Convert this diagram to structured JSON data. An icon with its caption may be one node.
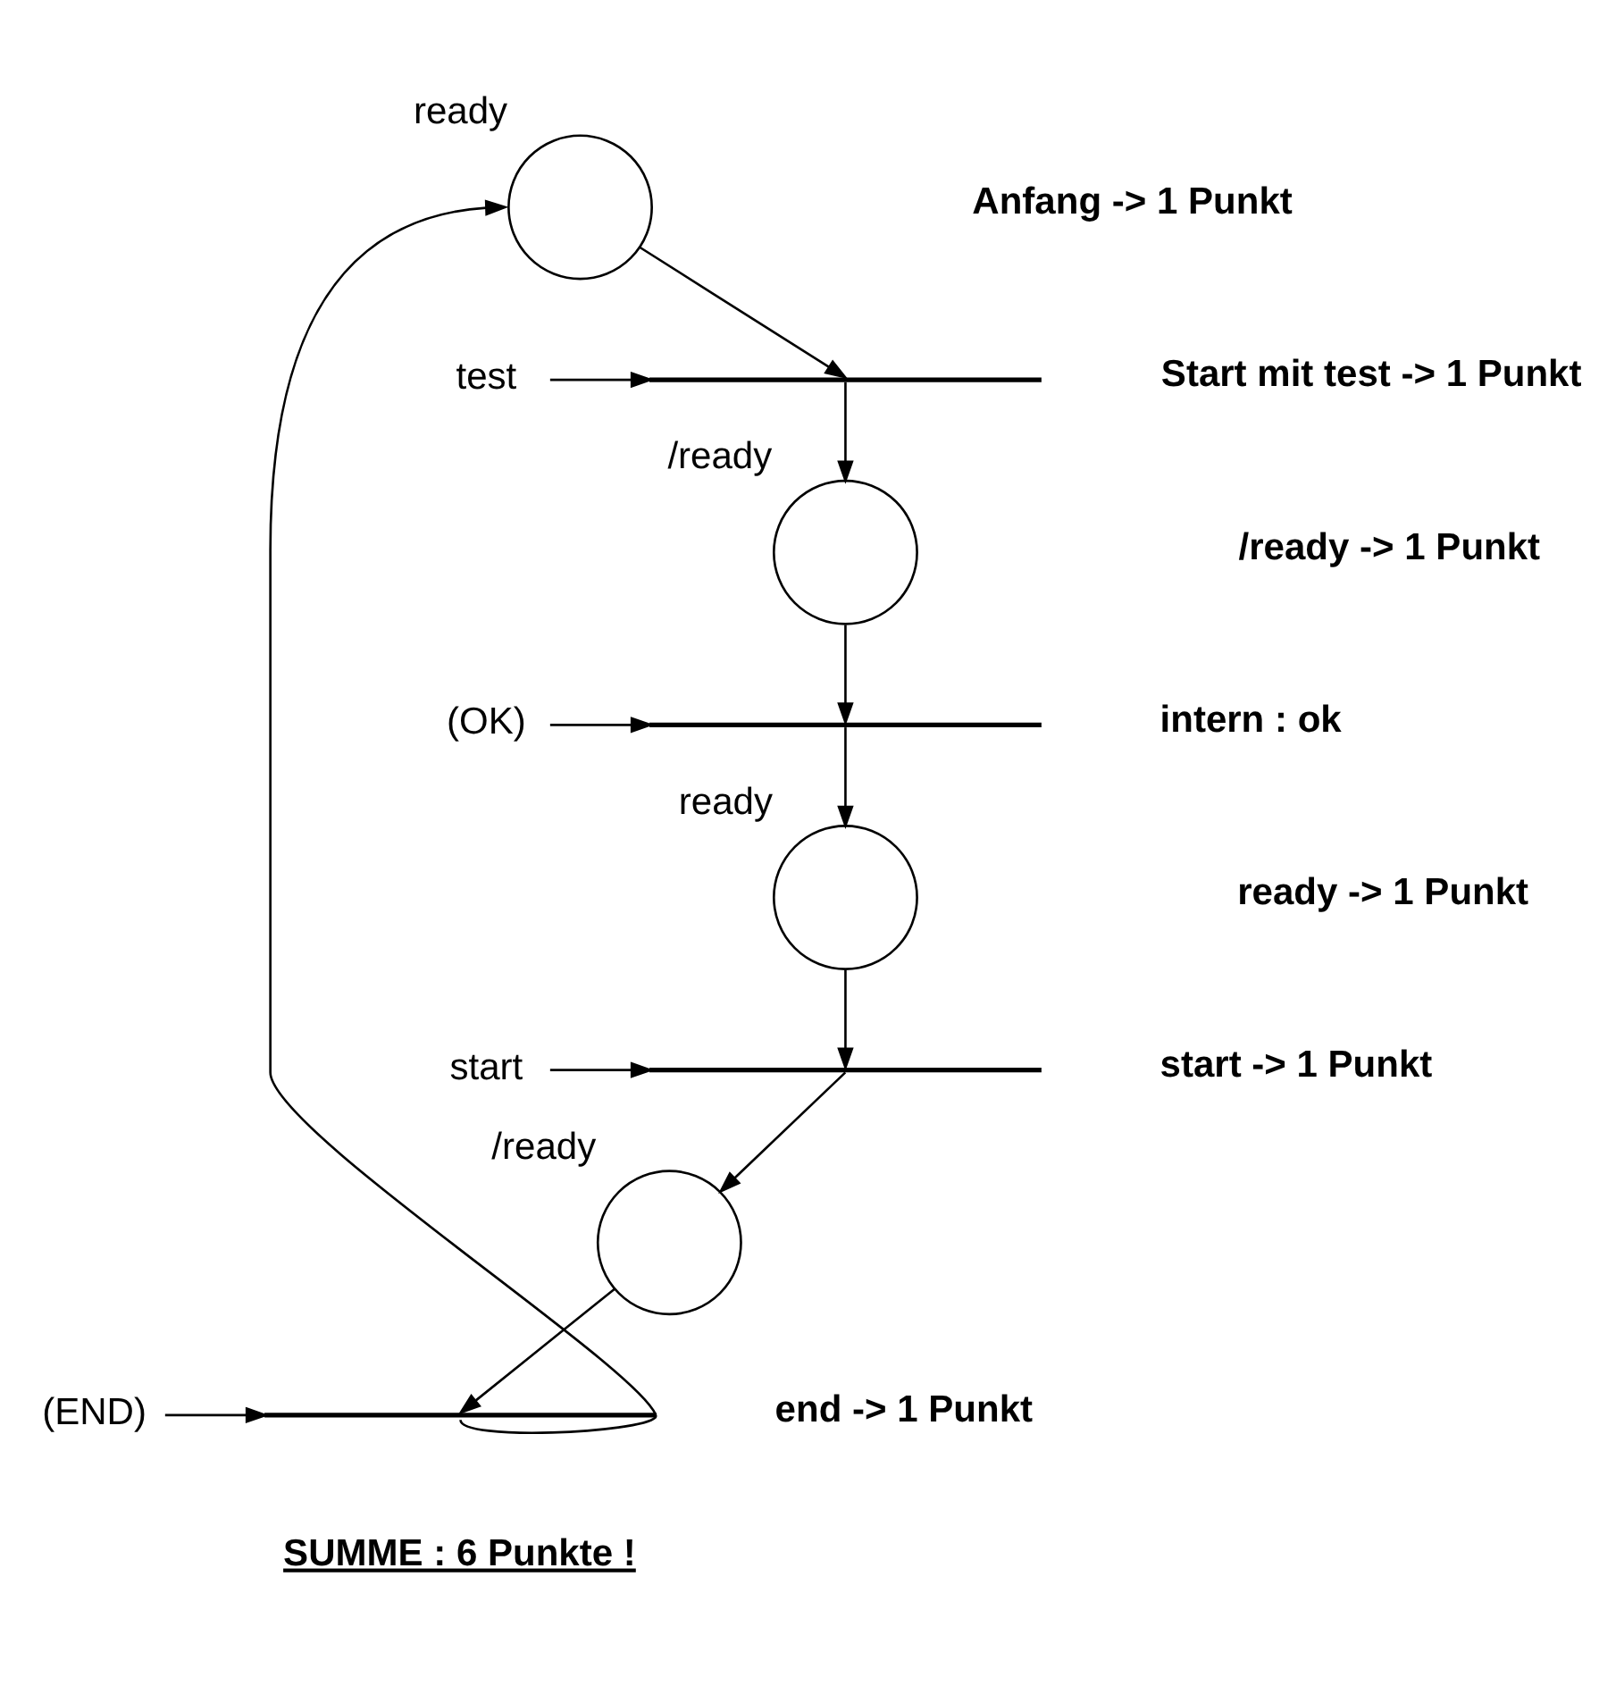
{
  "diagram": {
    "nodes": [
      {
        "text": [],
        "shape": "circle",
        "beside": [
          "ready"
        ]
      },
      {
        "text": [
          "test"
        ]
      },
      {
        "text": [],
        "shape": "bar"
      },
      {
        "text": [],
        "shape": "circle",
        "beside": [
          "/ready"
        ]
      },
      {
        "text": [
          "(OK)"
        ]
      },
      {
        "text": [],
        "shape": "bar"
      },
      {
        "text": [],
        "shape": "circle",
        "beside": [
          "ready"
        ]
      },
      {
        "text": [
          "start"
        ]
      },
      {
        "text": [],
        "shape": "bar"
      },
      {
        "text": [],
        "shape": "circle",
        "beside": [
          "/ready"
        ]
      },
      {
        "text": [
          "(END)"
        ]
      },
      {
        "text": [],
        "shape": "bar"
      }
    ],
    "edges": [
      {
        "from": 0,
        "to": 2,
        "arrow": "to"
      },
      {
        "from": 1,
        "to": 2,
        "arrow": "to"
      },
      {
        "from": 2,
        "to": 3,
        "arrow": "to"
      },
      {
        "from": 3,
        "to": 5,
        "arrow": "to"
      },
      {
        "from": 4,
        "to": 5,
        "arrow": "to"
      },
      {
        "from": 5,
        "to": 6,
        "arrow": "to"
      },
      {
        "from": 6,
        "to": 8,
        "arrow": "to"
      },
      {
        "from": 7,
        "to": 8,
        "arrow": "to"
      },
      {
        "from": 8,
        "to": 9,
        "arrow": "to"
      },
      {
        "from": 9,
        "to": 11,
        "arrow": "to"
      },
      {
        "from": 10,
        "to": 11,
        "arrow": "to"
      },
      {
        "from": 11,
        "to": 0,
        "arrow": "to"
      }
    ],
    "labels": [
      "Anfang -> 1 Punkt",
      "Start mit test -> 1 Punkt",
      "/ready -> 1 Punkt",
      "intern : ok",
      "ready -> 1 Punkt",
      "start -> 1 Punkt",
      "end -> 1 Punkt",
      "SUMME : 6 Punkte !"
    ]
  }
}
